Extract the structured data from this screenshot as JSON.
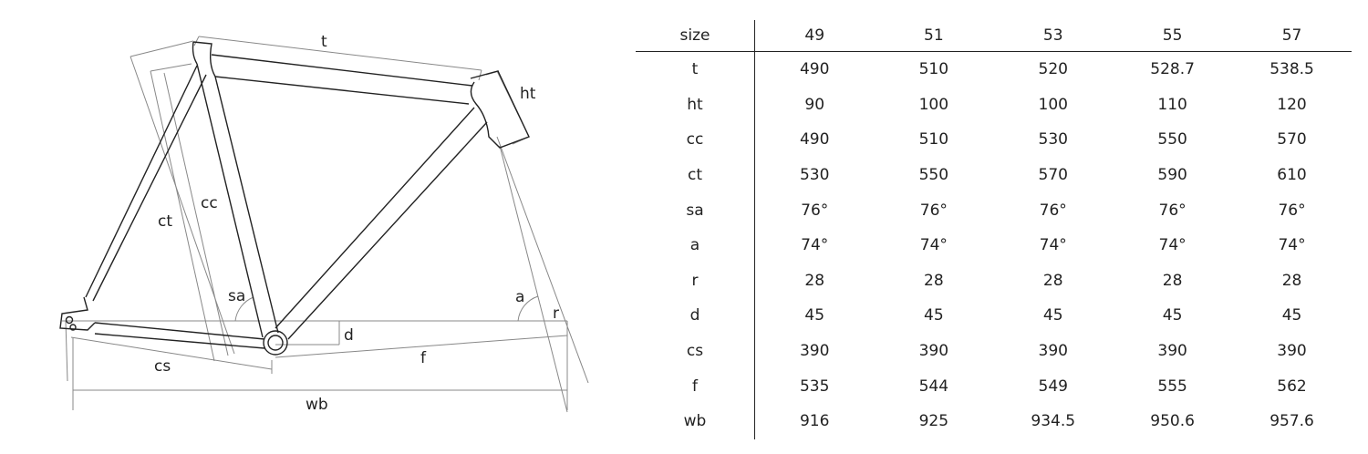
{
  "diagram": {
    "labels": {
      "t": "t",
      "ht": "ht",
      "ct": "ct",
      "cc": "cc",
      "sa": "sa",
      "a": "a",
      "r": "r",
      "d": "d",
      "f": "f",
      "cs": "cs",
      "wb": "wb"
    }
  },
  "table": {
    "corner": "size",
    "sizes": [
      "49",
      "51",
      "53",
      "55",
      "57"
    ],
    "rows": [
      {
        "label": "t",
        "values": [
          "490",
          "510",
          "520",
          "528.7",
          "538.5"
        ]
      },
      {
        "label": "ht",
        "values": [
          "90",
          "100",
          "100",
          "110",
          "120"
        ]
      },
      {
        "label": "cc",
        "values": [
          "490",
          "510",
          "530",
          "550",
          "570"
        ]
      },
      {
        "label": "ct",
        "values": [
          "530",
          "550",
          "570",
          "590",
          "610"
        ]
      },
      {
        "label": "sa",
        "values": [
          "76°",
          "76°",
          "76°",
          "76°",
          "76°"
        ]
      },
      {
        "label": "a",
        "values": [
          "74°",
          "74°",
          "74°",
          "74°",
          "74°"
        ]
      },
      {
        "label": "r",
        "values": [
          "28",
          "28",
          "28",
          "28",
          "28"
        ]
      },
      {
        "label": "d",
        "values": [
          "45",
          "45",
          "45",
          "45",
          "45"
        ]
      },
      {
        "label": "cs",
        "values": [
          "390",
          "390",
          "390",
          "390",
          "390"
        ]
      },
      {
        "label": "f",
        "values": [
          "535",
          "544",
          "549",
          "555",
          "562"
        ]
      },
      {
        "label": "wb",
        "values": [
          "916",
          "925",
          "934.5",
          "950.6",
          "957.6"
        ]
      }
    ]
  }
}
